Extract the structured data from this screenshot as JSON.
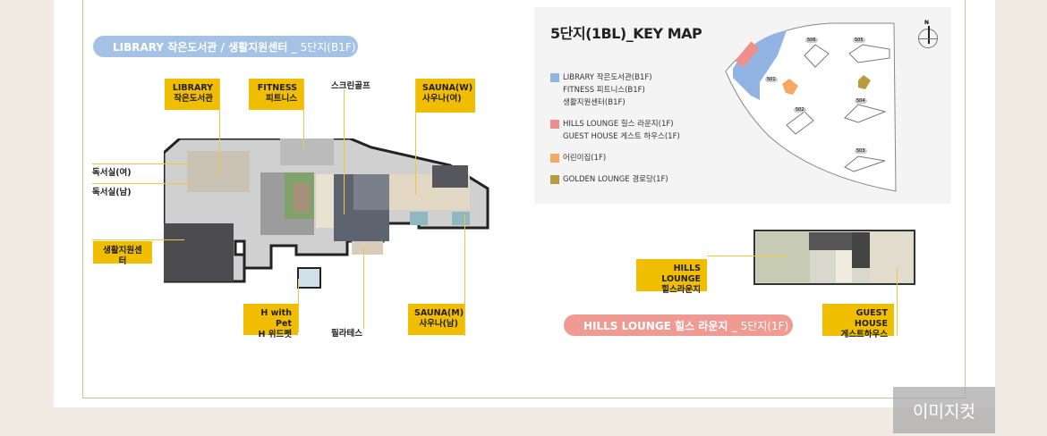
{
  "library_section": {
    "title": "LIBRARY 작은도서관 / 생활지원센터 _",
    "title_suffix": "5단지(B1F)",
    "labels": {
      "library": "LIBRARY\n작은도서관",
      "fitness": "FITNESS\n피트니스",
      "screen_golf": "스크린골프",
      "sauna_w": "SAUNA(W)\n사우나(여)",
      "reading_w": "독서실(여)",
      "reading_m": "독서실(남)",
      "support_center": "생활지원센터",
      "h_with_pet": "H with Pet\nH 위드펫",
      "pilates": "필라테스",
      "sauna_m": "SAUNA(M)\n사우나(남)"
    }
  },
  "key_map": {
    "title": "5단지(1BL)_KEY MAP",
    "legend": [
      {
        "text": "LIBRARY 작은도서관(B1F)\nFITNESS 피트니스(B1F)\n생활지원센터(B1F)",
        "color": "#92b4e2"
      },
      {
        "text": "HILLS LOUNGE 힐스 라운지(1F)\nGUEST HOUSE 게스트 하우스(1F)",
        "color": "#ef8f8c"
      },
      {
        "text": "어린이집(1F)",
        "color": "#f4a862"
      },
      {
        "text": "GOLDEN LOUNGE 경로당(1F)",
        "color": "#b99a3e"
      }
    ],
    "buildings": [
      "506",
      "505",
      "501",
      "502",
      "504",
      "503"
    ],
    "compass": "N"
  },
  "hills_section": {
    "title": "HILLS LOUNGE 힐스 라운지 _",
    "title_suffix": "5단지(1F)",
    "labels": {
      "hills": "HILLS LOUNGE\n힐스라운지",
      "guest": "GUEST HOUSE\n게스트하우스"
    }
  },
  "watermark": "이미지컷",
  "colors": {
    "blue_pill": "#a4c2e6",
    "pink_pill": "#f09a94",
    "label_yellow": "#f1bd00"
  }
}
